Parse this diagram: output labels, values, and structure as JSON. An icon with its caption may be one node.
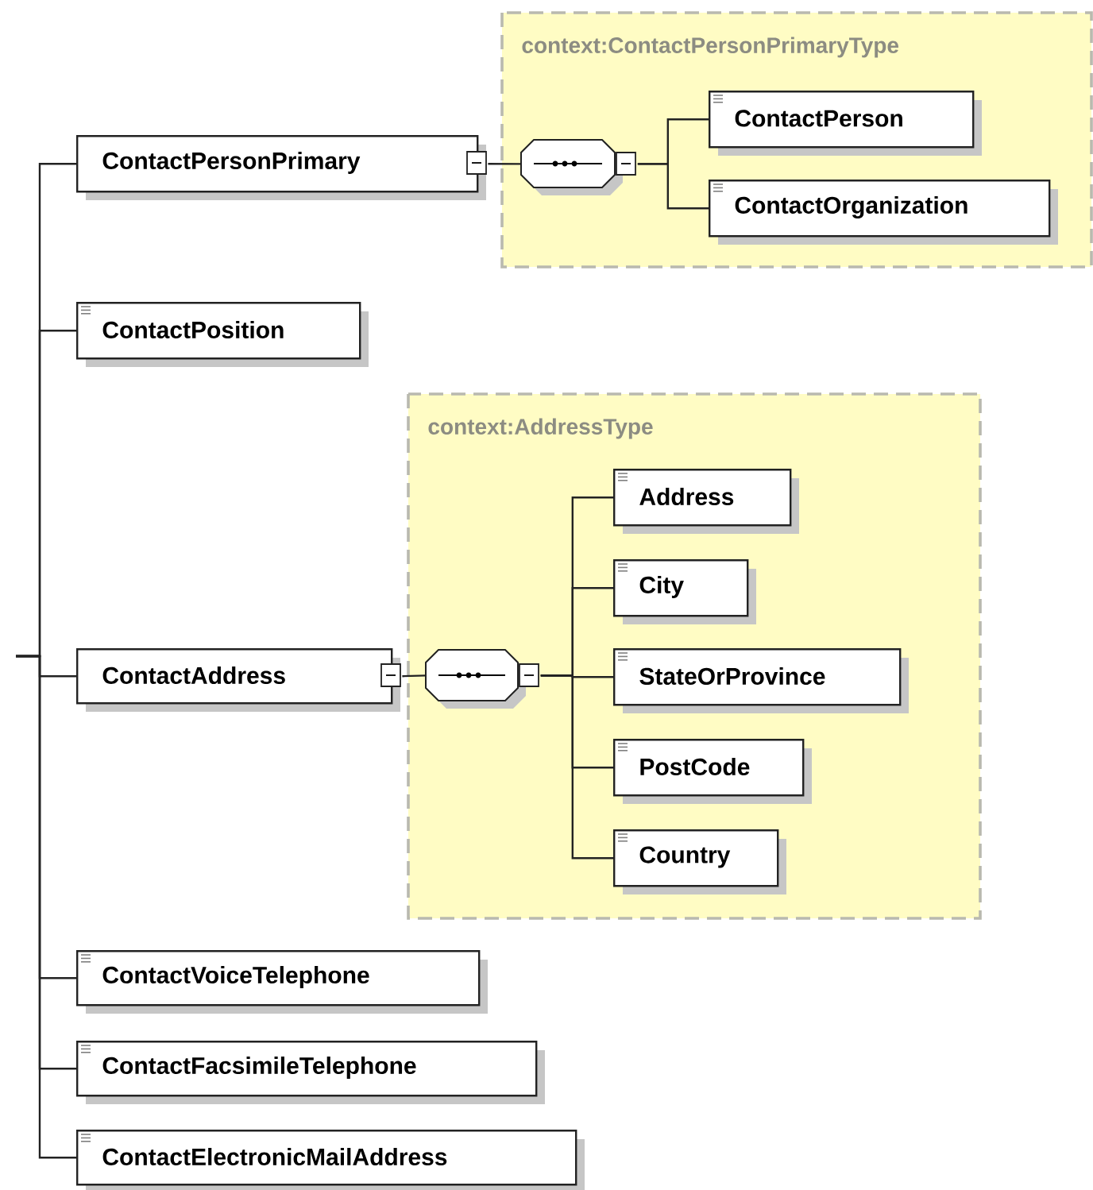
{
  "diagram": {
    "nodes": [
      {
        "text": [
          "ContactPersonPrimary"
        ]
      },
      {
        "text": [
          "context:ContactPersonPrimaryType"
        ]
      },
      {
        "text": [],
        "shape": "octagon",
        "in": 1
      },
      {
        "text": [
          "ContactPerson"
        ],
        "in": 1
      },
      {
        "text": [
          "ContactOrganization"
        ],
        "in": 1
      },
      {
        "text": [
          "ContactPosition"
        ]
      },
      {
        "text": [
          "ContactAddress"
        ]
      },
      {
        "text": [
          "context:AddressType"
        ]
      },
      {
        "text": [],
        "shape": "octagon",
        "in": 7
      },
      {
        "text": [
          "Address"
        ],
        "in": 7
      },
      {
        "text": [
          "City"
        ],
        "in": 7
      },
      {
        "text": [
          "StateOrProvince"
        ],
        "in": 7
      },
      {
        "text": [
          "PostCode"
        ],
        "in": 7
      },
      {
        "text": [
          "Country"
        ],
        "in": 7
      },
      {
        "text": [
          "ContactVoiceTelephone"
        ]
      },
      {
        "text": [
          "ContactFacsimileTelephone"
        ]
      },
      {
        "text": [
          "ContactElectronicMailAddress"
        ]
      }
    ],
    "edges": [
      {
        "from": null,
        "to": 0,
        "arrow": "none"
      },
      {
        "from": null,
        "to": 5,
        "arrow": "none"
      },
      {
        "from": null,
        "to": 6,
        "arrow": "none"
      },
      {
        "from": null,
        "to": 14,
        "arrow": "none"
      },
      {
        "from": null,
        "to": 15,
        "arrow": "none"
      },
      {
        "from": null,
        "to": 16,
        "arrow": "none"
      },
      {
        "from": 0,
        "to": 2,
        "arrow": "none"
      },
      {
        "from": 2,
        "to": 3,
        "arrow": "none"
      },
      {
        "from": 2,
        "to": 4,
        "arrow": "none"
      },
      {
        "from": 6,
        "to": 8,
        "arrow": "none"
      },
      {
        "from": 8,
        "to": 9,
        "arrow": "none"
      },
      {
        "from": 8,
        "to": 10,
        "arrow": "none"
      },
      {
        "from": 8,
        "to": 11,
        "arrow": "none"
      },
      {
        "from": 8,
        "to": 12,
        "arrow": "none"
      },
      {
        "from": 8,
        "to": 13,
        "arrow": "none"
      }
    ]
  }
}
